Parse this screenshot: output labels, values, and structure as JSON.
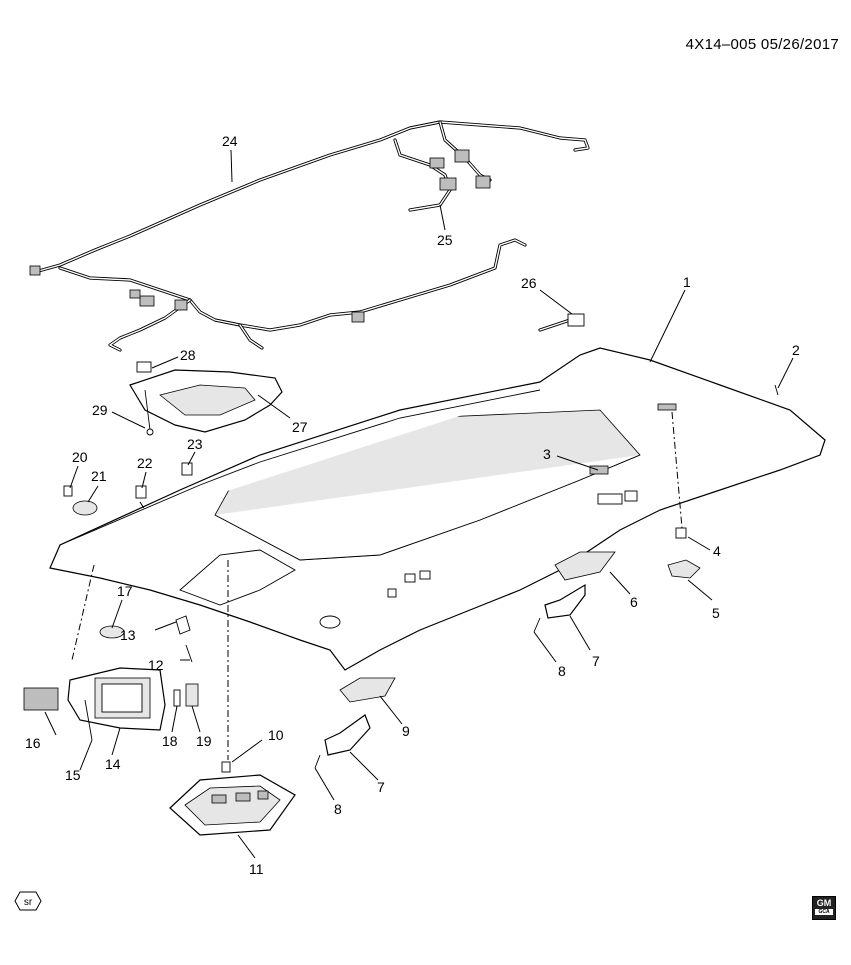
{
  "header": {
    "ref": "4X14–005  05/26/2017"
  },
  "callouts": [
    {
      "id": "1",
      "label": "1"
    },
    {
      "id": "2",
      "label": "2"
    },
    {
      "id": "3",
      "label": "3"
    },
    {
      "id": "4",
      "label": "4"
    },
    {
      "id": "5",
      "label": "5"
    },
    {
      "id": "6",
      "label": "6"
    },
    {
      "id": "7a",
      "label": "7"
    },
    {
      "id": "7b",
      "label": "7"
    },
    {
      "id": "8a",
      "label": "8"
    },
    {
      "id": "8b",
      "label": "8"
    },
    {
      "id": "9",
      "label": "9"
    },
    {
      "id": "10",
      "label": "10"
    },
    {
      "id": "11",
      "label": "11"
    },
    {
      "id": "12",
      "label": "12"
    },
    {
      "id": "13",
      "label": "13"
    },
    {
      "id": "14",
      "label": "14"
    },
    {
      "id": "15",
      "label": "15"
    },
    {
      "id": "16",
      "label": "16"
    },
    {
      "id": "17",
      "label": "17"
    },
    {
      "id": "18",
      "label": "18"
    },
    {
      "id": "19",
      "label": "19"
    },
    {
      "id": "20",
      "label": "20"
    },
    {
      "id": "21",
      "label": "21"
    },
    {
      "id": "22",
      "label": "22"
    },
    {
      "id": "23",
      "label": "23"
    },
    {
      "id": "24",
      "label": "24"
    },
    {
      "id": "25",
      "label": "25"
    },
    {
      "id": "26",
      "label": "26"
    },
    {
      "id": "27",
      "label": "27"
    },
    {
      "id": "28",
      "label": "28"
    },
    {
      "id": "29",
      "label": "29"
    }
  ],
  "badges": {
    "sr": "sr",
    "gm": "GM",
    "gm_sub": "GCA"
  }
}
